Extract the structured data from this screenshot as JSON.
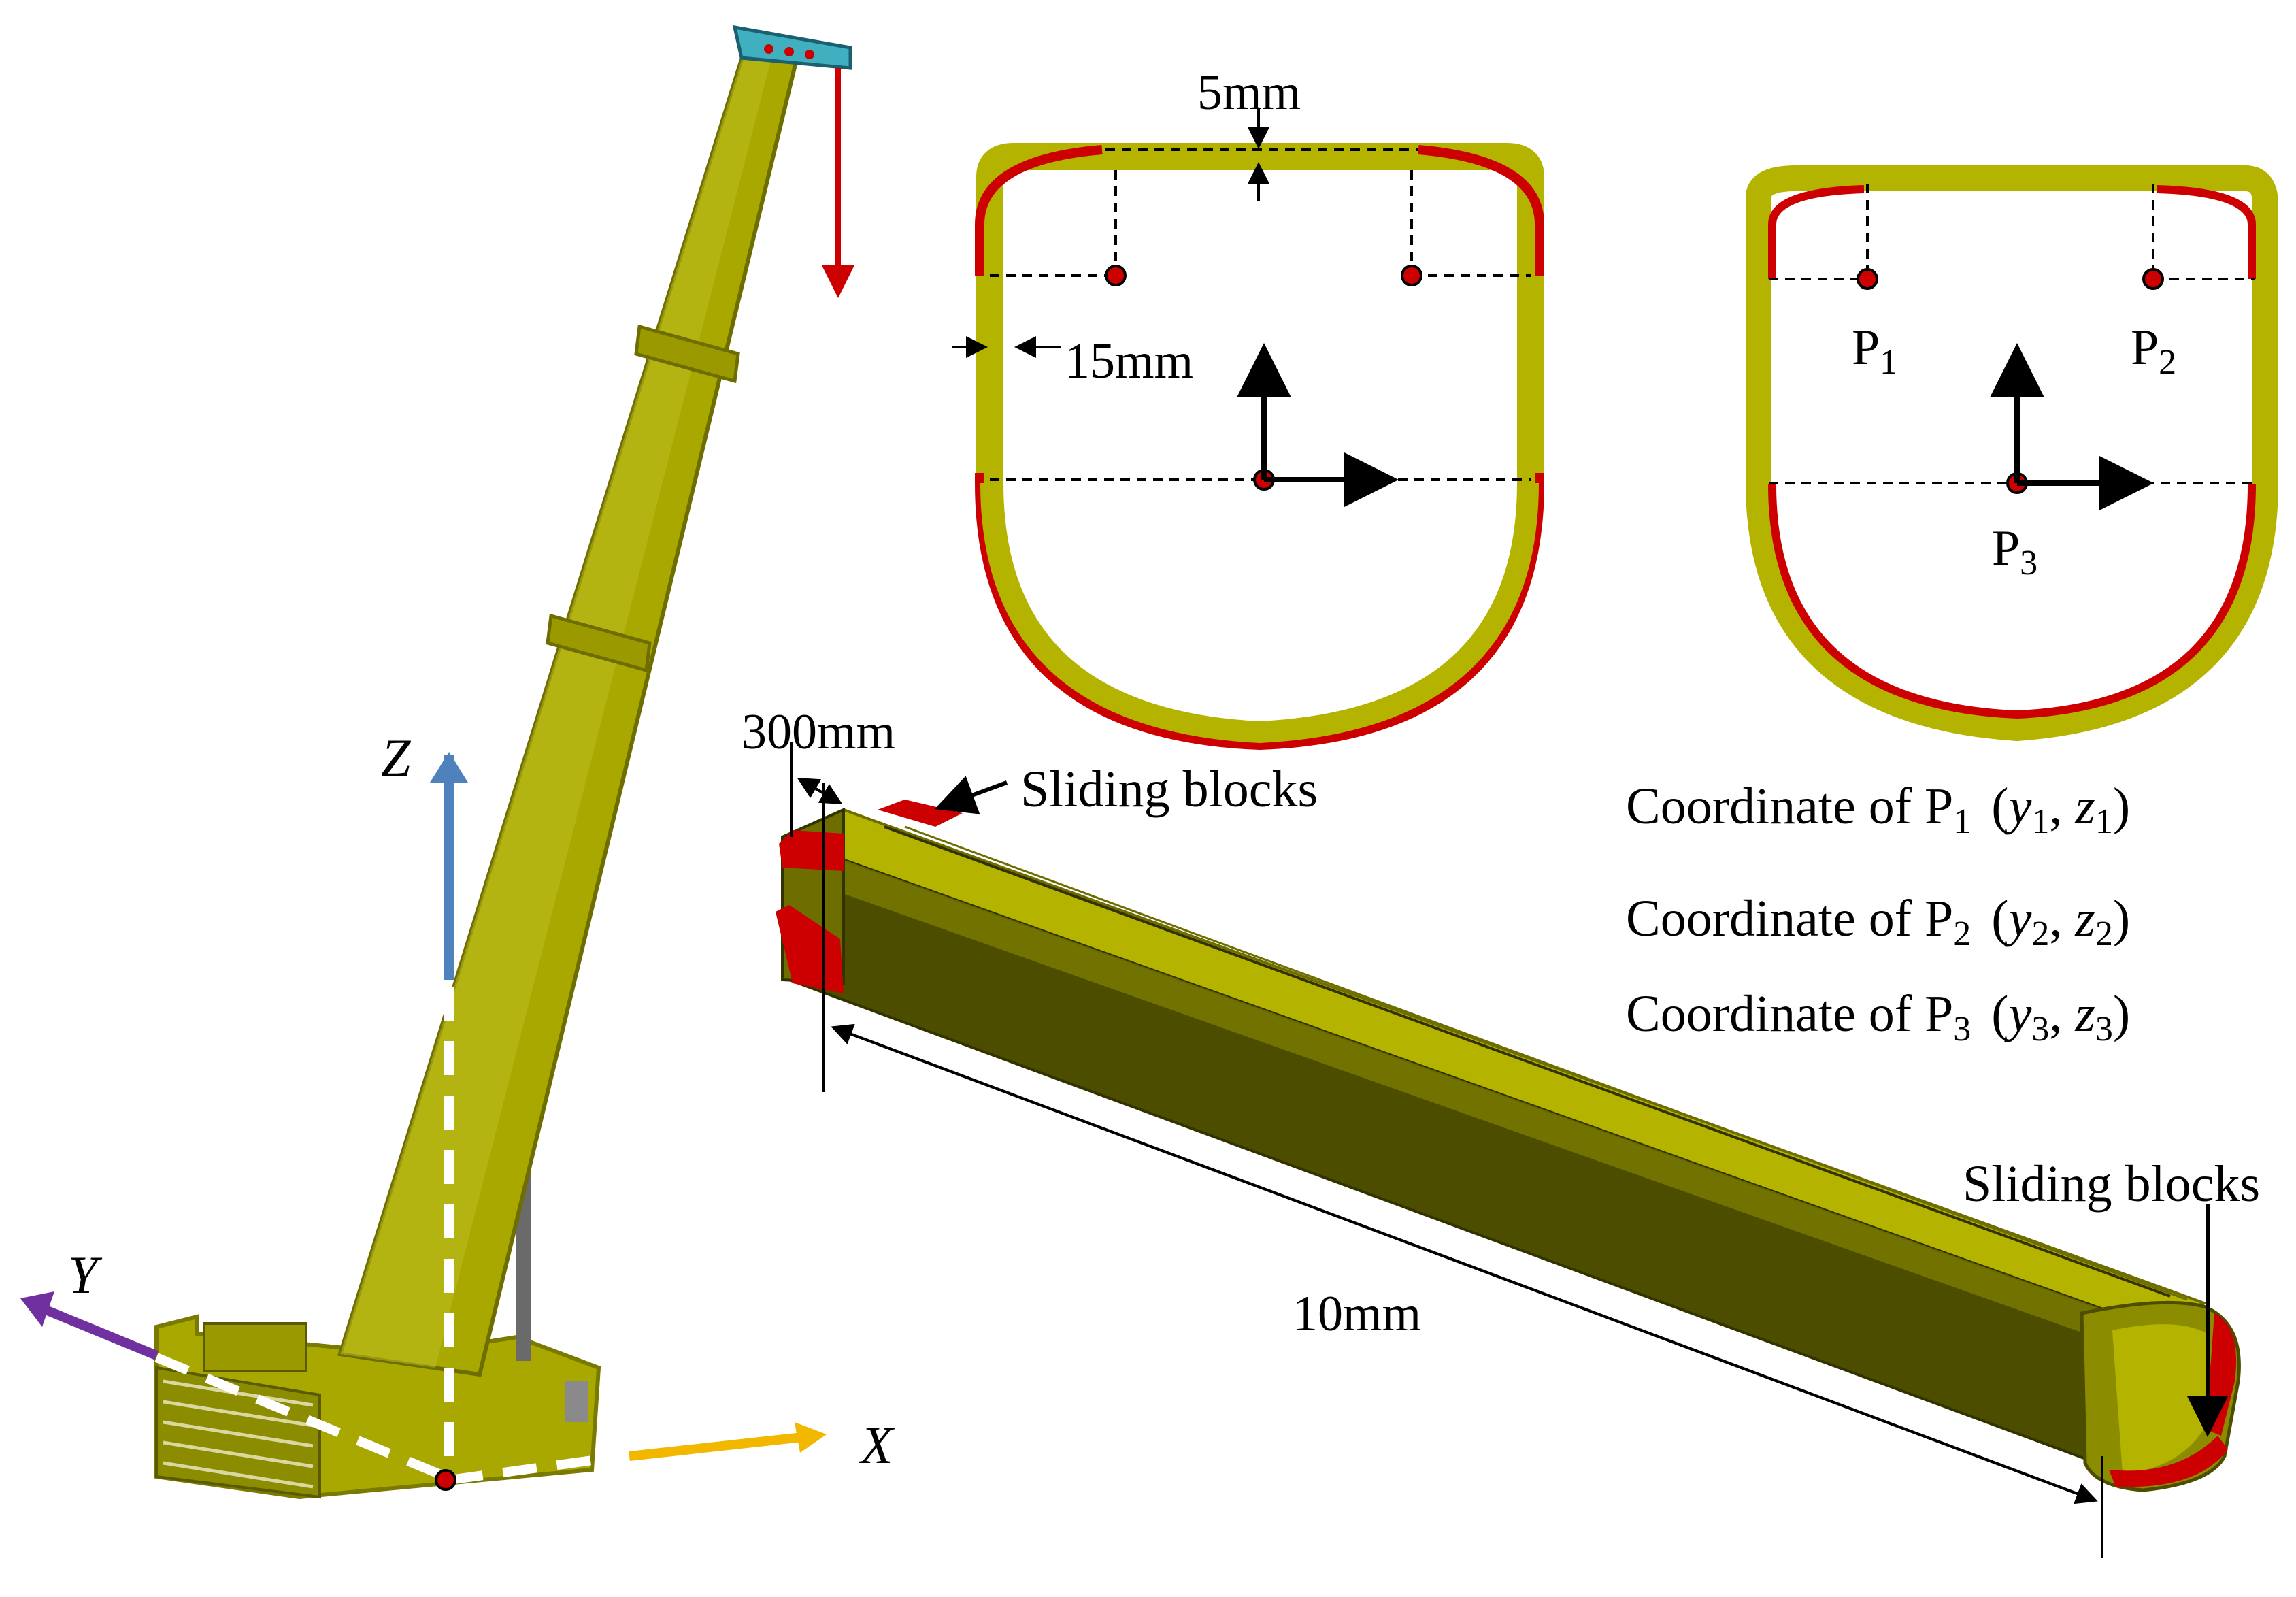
{
  "colors": {
    "boom_yellow": "#a8a800",
    "boom_dark": "#4d4d00",
    "slider_red": "#cc0000",
    "section_yellow": "#b3b300",
    "axis_x": "#f2b800",
    "axis_y": "#7030a0",
    "axis_z": "#4f81bd",
    "load_arrow": "#cc0000"
  },
  "crane": {
    "axis_x_label": "X",
    "axis_y_label": "Y",
    "axis_z_label": "Z"
  },
  "section_left": {
    "top_thickness": "5mm",
    "side_thickness": "15mm"
  },
  "section_right": {
    "p1": {
      "base": "P",
      "sub": "1"
    },
    "p2": {
      "base": "P",
      "sub": "2"
    },
    "p3": {
      "base": "P",
      "sub": "3"
    }
  },
  "boom_section": {
    "slider_length": "300mm",
    "sliding_blocks_front": "Sliding blocks",
    "sliding_blocks_end": "Sliding blocks",
    "length_label": "10mm"
  },
  "coordinates": [
    {
      "prefix": "Coordinate of P",
      "idx": "1",
      "y": "y",
      "z": "z"
    },
    {
      "prefix": "Coordinate of P",
      "idx": "2",
      "y": "y",
      "z": "z"
    },
    {
      "prefix": "Coordinate of P",
      "idx": "3",
      "y": "y",
      "z": "z"
    }
  ]
}
